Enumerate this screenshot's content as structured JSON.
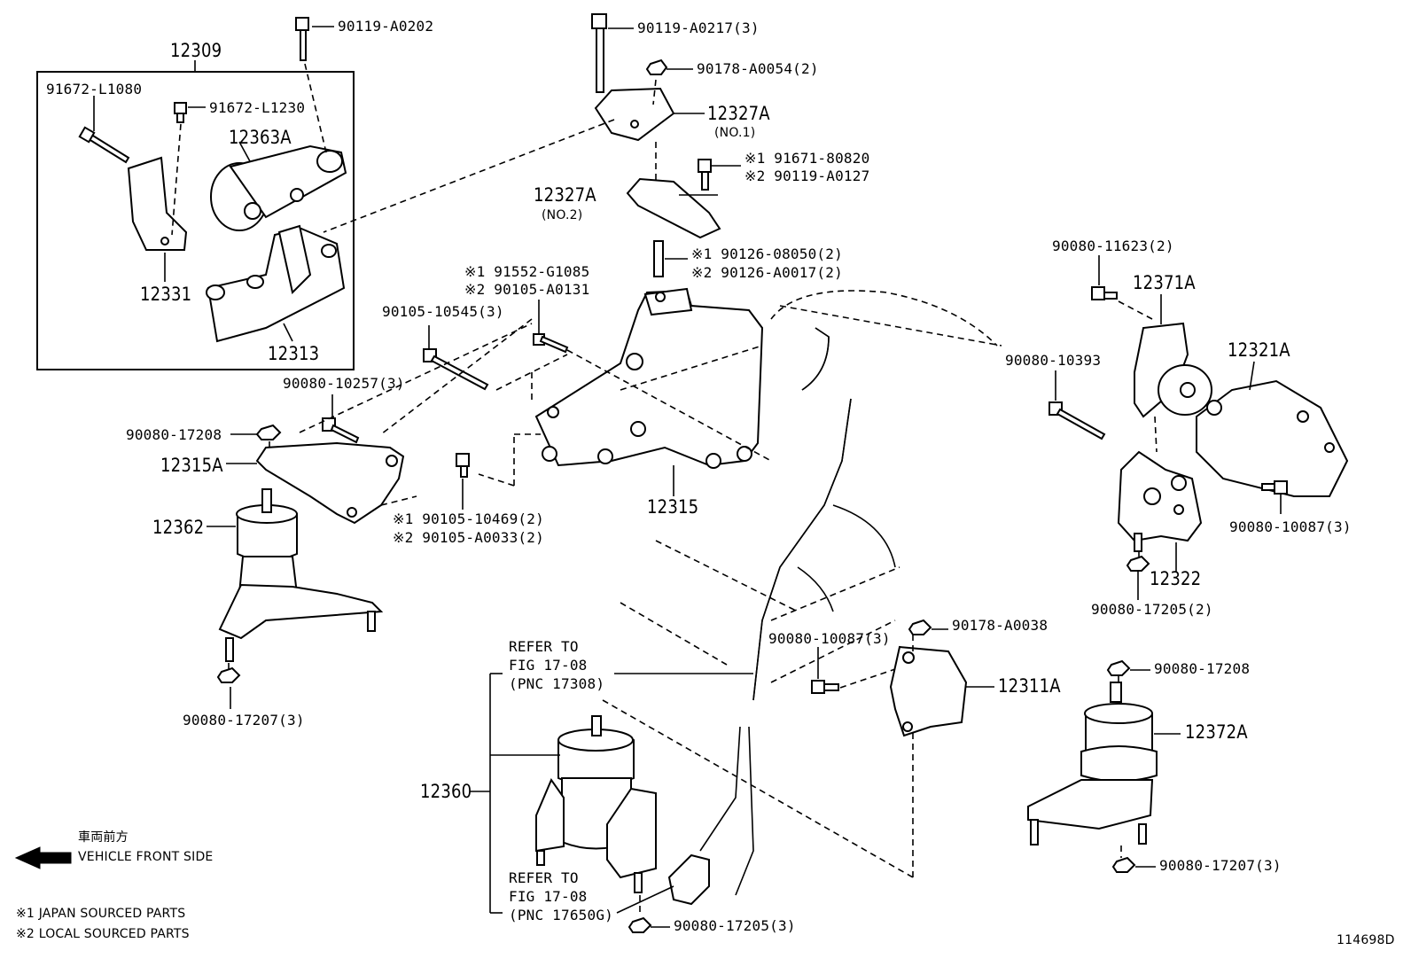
{
  "group_box": {
    "label": "12309"
  },
  "labels": {
    "p91672_L1080": "91672-L1080",
    "p91672_L1230": "91672-L1230",
    "p12363A": "12363A",
    "p12331": "12331",
    "p12313": "12313",
    "p90119_A0202": "90119-A0202",
    "p90119_A0217": "90119-A0217(3)",
    "p90178_A0054": "90178-A0054(2)",
    "p12327A_1": "12327A",
    "no1": "(NO.1)",
    "p12327A_2": "12327A",
    "no2": "(NO.2)",
    "p91671_80820": "※1 91671-80820",
    "p90119_A0127": "※2 90119-A0127",
    "p90126_08050": "※1 90126-08050(2)",
    "p90126_A0017": "※2 90126-A0017(2)",
    "p91552_G1085": "※1 91552-G1085",
    "p90105_A0131": "※2 90105-A0131",
    "p90105_10545": "90105-10545(3)",
    "p90080_10257": "90080-10257(3)",
    "p90080_17208_a": "90080-17208",
    "p12315A": "12315A",
    "p12362": "12362",
    "p90105_10469": "※1 90105-10469(2)",
    "p90105_A0033": "※2 90105-A0033(2)",
    "p90080_17207_a": "90080-17207(3)",
    "p12315": "12315",
    "p90080_11623": "90080-11623(2)",
    "p12371A": "12371A",
    "p12321A": "12321A",
    "p90080_10393": "90080-10393",
    "p90080_10087_a": "90080-10087(3)",
    "p12322": "12322",
    "p90080_17205_a": "90080-17205(2)",
    "p90178_A0038": "90178-A0038",
    "p90080_10087_b": "90080-10087(3)",
    "p12311A": "12311A",
    "p90080_17208_b": "90080-17208",
    "p12372A": "12372A",
    "p90080_17207_b": "90080-17207(3)",
    "refer1_a": "REFER TO",
    "refer1_b": "FIG 17-08",
    "refer1_c": "(PNC 17308)",
    "p12360": "12360",
    "refer2_a": "REFER TO",
    "refer2_b": "FIG 17-08",
    "refer2_c": "(PNC 17650G)",
    "p90080_17205_b": "90080-17205(3)",
    "front_jp": "車両前方",
    "front_en": "VEHICLE FRONT SIDE",
    "note1": "※1 JAPAN SOURCED PARTS",
    "note2": "※2 LOCAL SOURCED PARTS",
    "figure_id": "114698D"
  }
}
